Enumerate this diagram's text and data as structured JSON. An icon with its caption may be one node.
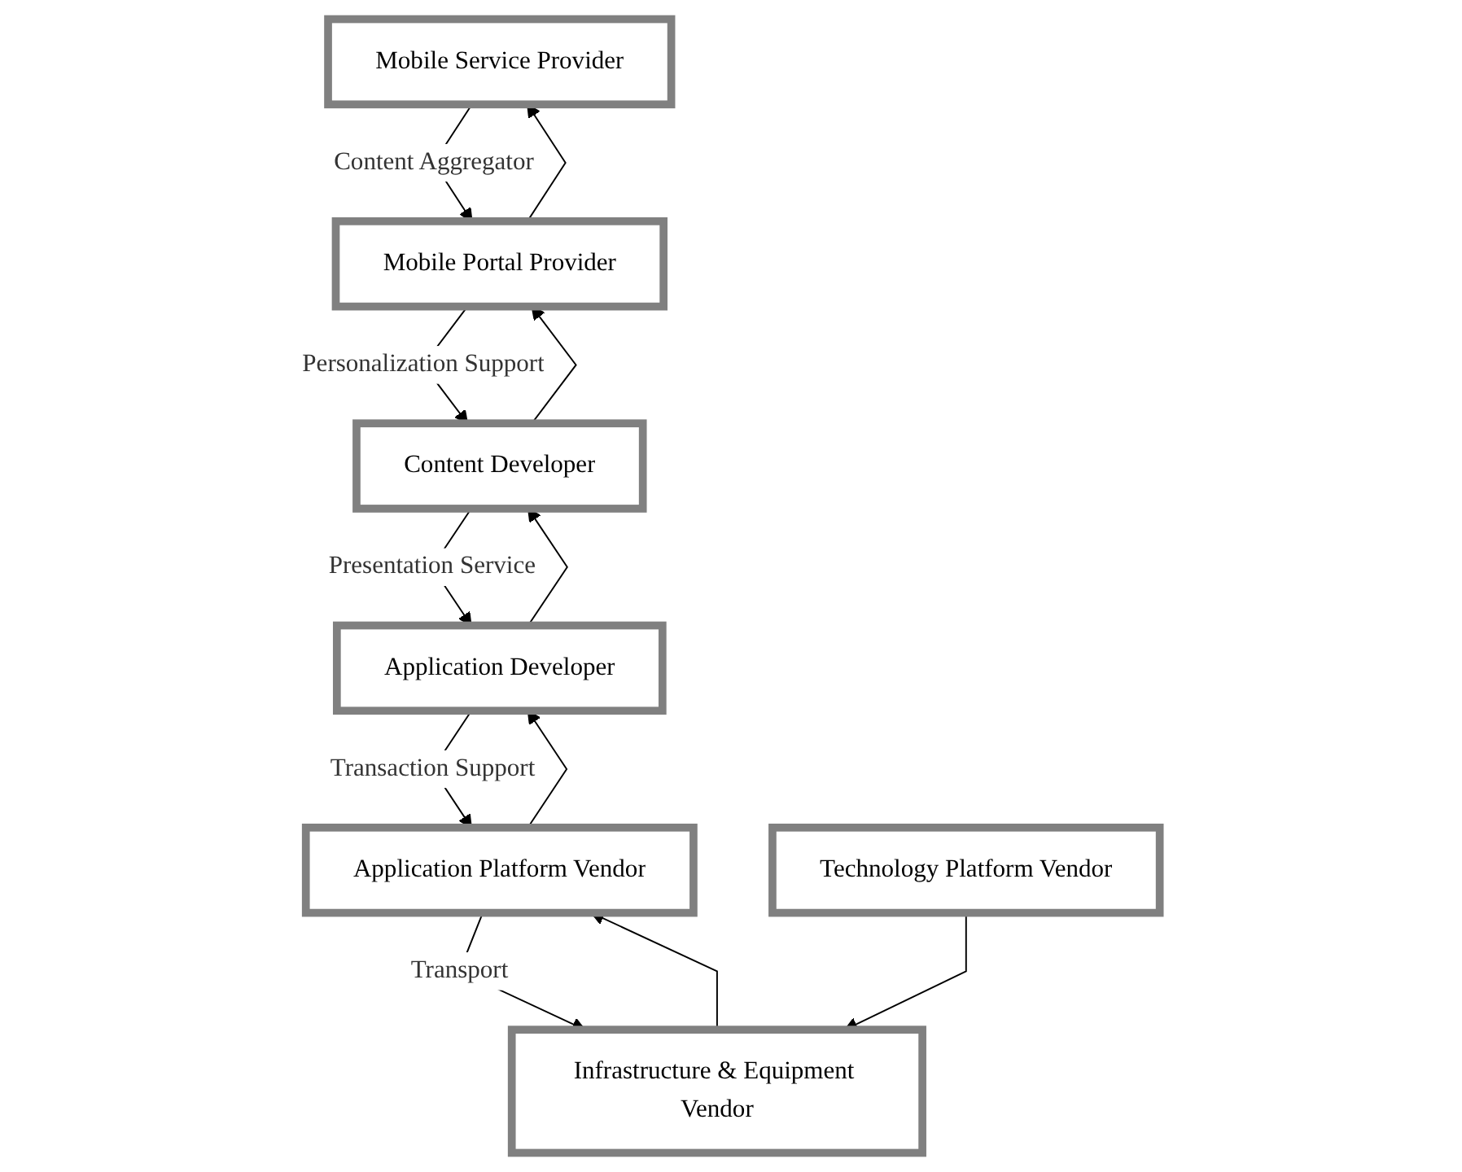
{
  "diagram": {
    "nodes": [
      {
        "text": [
          "Mobile Service Provider"
        ]
      },
      {
        "text": [
          "Mobile Portal Provider"
        ]
      },
      {
        "text": [
          "Content Developer"
        ]
      },
      {
        "text": [
          "Application Developer"
        ]
      },
      {
        "text": [
          "Application Platform Vendor"
        ]
      },
      {
        "text": [
          "Infrastructure & Equipment Vendor"
        ]
      },
      {
        "text": [
          "Technology Platform Vendor"
        ]
      }
    ],
    "edges": [
      {
        "from": 0,
        "to": 1,
        "arrow": "to",
        "label": "Content Aggregator"
      },
      {
        "from": 1,
        "to": 0,
        "arrow": "to"
      },
      {
        "from": 1,
        "to": 2,
        "arrow": "to",
        "label": "Personalization Support"
      },
      {
        "from": 2,
        "to": 1,
        "arrow": "to"
      },
      {
        "from": 2,
        "to": 3,
        "arrow": "to",
        "label": "Presentation Service"
      },
      {
        "from": 3,
        "to": 2,
        "arrow": "to"
      },
      {
        "from": 3,
        "to": 4,
        "arrow": "to",
        "label": "Transaction Support"
      },
      {
        "from": 4,
        "to": 3,
        "arrow": "to"
      },
      {
        "from": 4,
        "to": 5,
        "arrow": "to",
        "label": "Transport"
      },
      {
        "from": 5,
        "to": 4,
        "arrow": "to"
      },
      {
        "from": 6,
        "to": 5,
        "arrow": "to"
      }
    ]
  }
}
